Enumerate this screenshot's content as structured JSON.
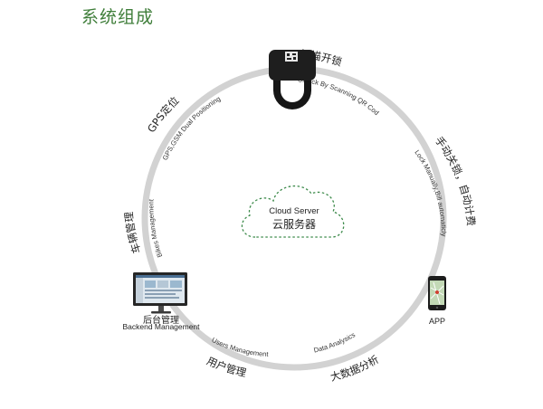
{
  "title": "系统组成",
  "center": {
    "en": "Cloud Server",
    "zh": "云服务器"
  },
  "nodes": {
    "backend": {
      "zh": "后台管理",
      "en": "Backend Management"
    },
    "app": {
      "label": "APP"
    }
  },
  "arc_labels": {
    "scan_zh": "扫描开锁",
    "scan_en": "Unlock By Scanning QR Code",
    "manual_zh": "手动关锁，自动计费",
    "manual_en": "Lock Manually,Bill automaticly",
    "gps_zh": "GPS定位",
    "gps_en": "GPS,GSM Dual Positioning",
    "bike_zh": "车辆管理",
    "bike_en": "Bikes Management",
    "users_zh": "用户管理",
    "users_en": "Users Management",
    "data_zh": "大数据分析",
    "data_en": "Data Analysics"
  },
  "colors": {
    "title_green": "#3f7e3a",
    "ring": "#d2d2d2",
    "cloud_dash": "#3c8a4a"
  }
}
